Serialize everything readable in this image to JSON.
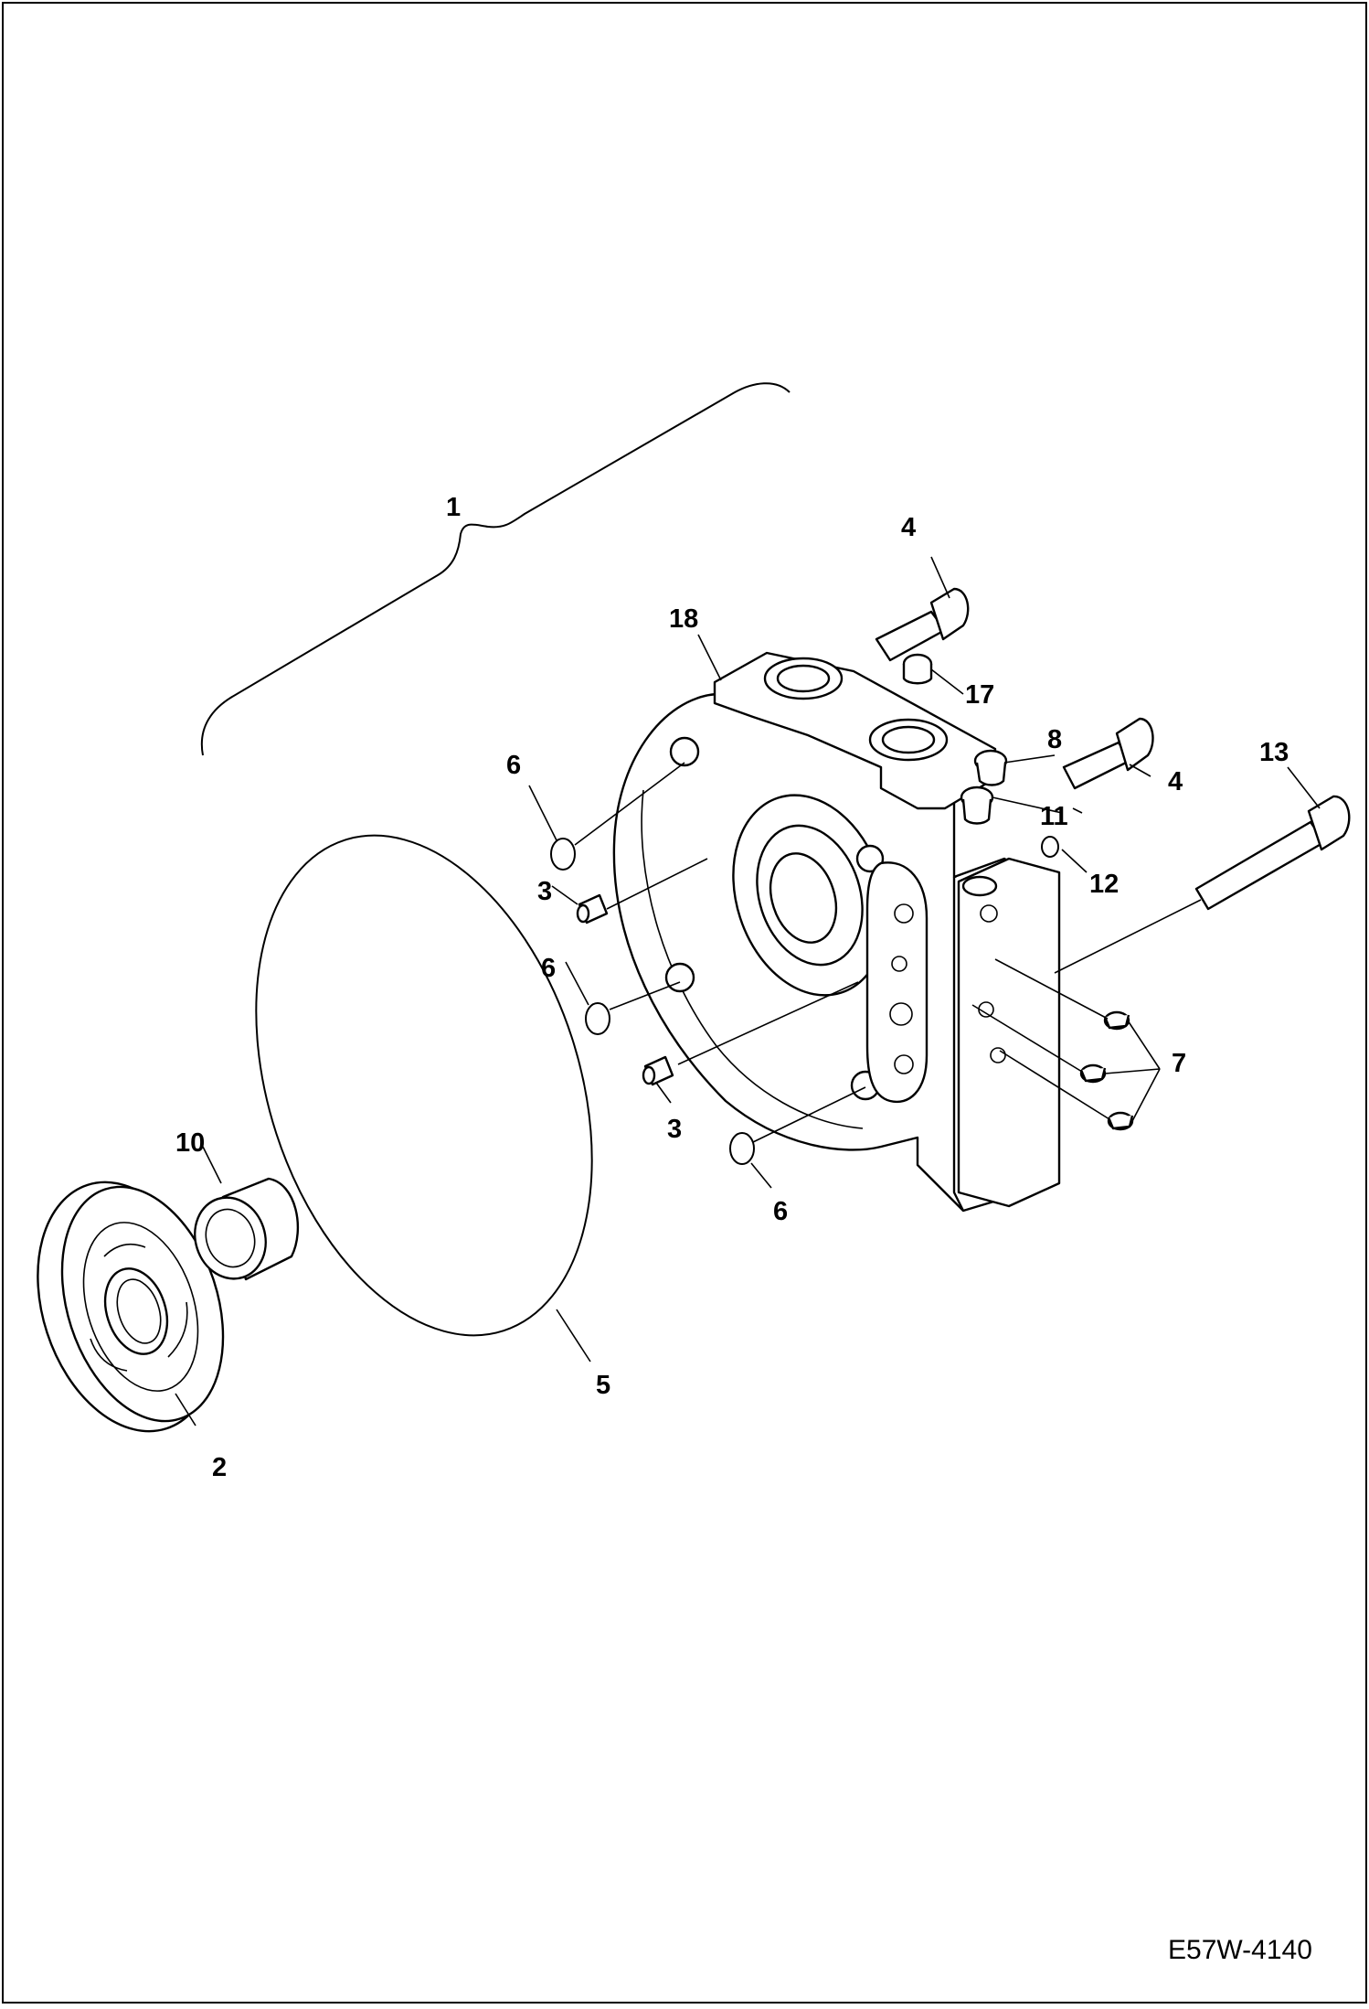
{
  "drawing": {
    "code": "E57W-4140",
    "callouts": [
      "1",
      "2",
      "3",
      "3",
      "4",
      "4",
      "5",
      "6",
      "6",
      "6",
      "7",
      "8",
      "10",
      "11",
      "12",
      "13",
      "17",
      "18"
    ]
  }
}
